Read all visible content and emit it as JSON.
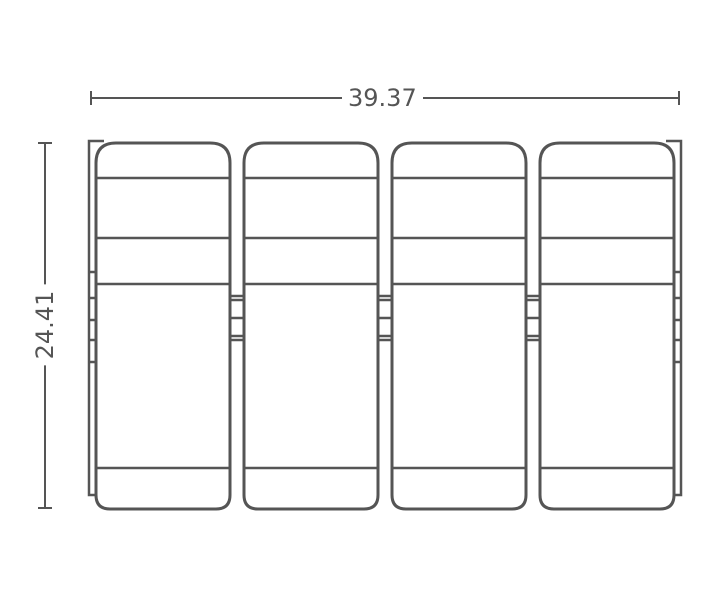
{
  "dimensions": {
    "width": "39.37",
    "height": "24.41"
  },
  "seat_count": 4,
  "colors": {
    "line": "#555555",
    "background": "#ffffff"
  }
}
